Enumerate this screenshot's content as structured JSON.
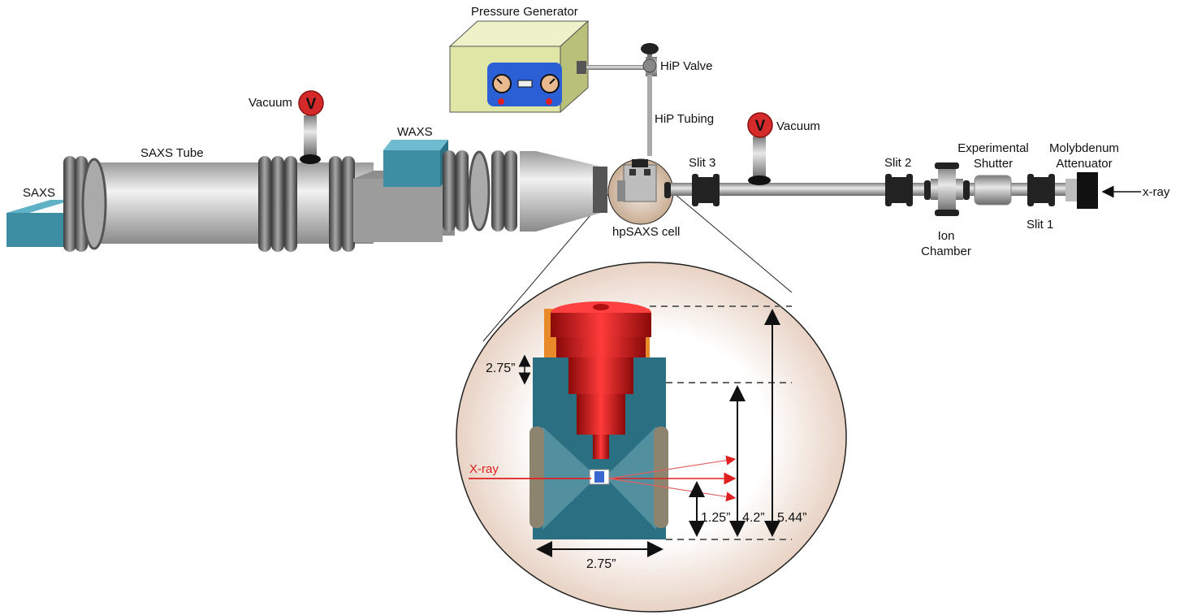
{
  "labels": {
    "pressure_generator": "Pressure Generator",
    "hip_valve": "HiP Valve",
    "hip_tubing": "HiP Tubing",
    "vacuum_left": "Vacuum",
    "vacuum_right": "Vacuum",
    "gauge_letter": "V",
    "saxs_tube": "SAXS Tube",
    "saxs": "SAXS",
    "waxs": "WAXS",
    "hpsaxs_cell": "hpSAXS cell",
    "slit3": "Slit 3",
    "slit2": "Slit 2",
    "slit1": "Slit 1",
    "ion_chamber_line1": "Ion",
    "ion_chamber_line2": "Chamber",
    "shutter_line1": "Experimental",
    "shutter_line2": "Shutter",
    "attenuator_line1": "Molybdenum",
    "attenuator_line2": "Attenuator",
    "xray_source": "x-ray",
    "xray_inset": "X-ray"
  },
  "dimensions": {
    "top_height": "2.75”",
    "width": "2.75”",
    "beam_height": "1.25”",
    "body_height": "4.2”",
    "total_height": "5.44”"
  },
  "colors": {
    "pressure_generator_box": "#dfe6a6",
    "control_panel": "#2a5fd6",
    "detector_teal": "#3d8ea3",
    "gauge_red": "#d42a2a",
    "cell_red": "#d41818",
    "inset_bg": "#efe0d6",
    "xray_red": "#e02020"
  }
}
